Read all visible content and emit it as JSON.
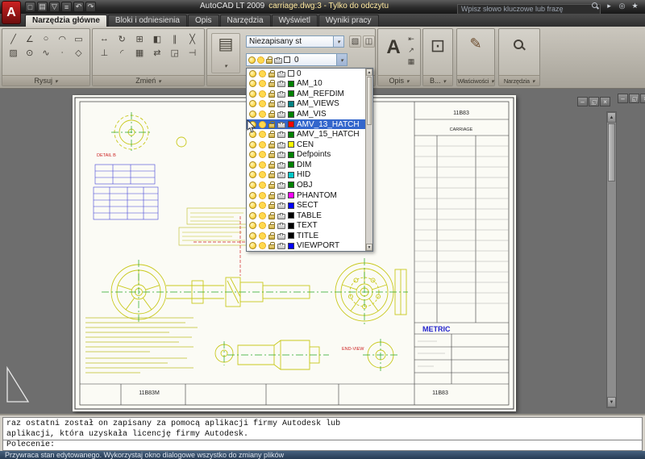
{
  "titlebar": {
    "logo_letter": "A",
    "app_title": "AutoCAD LT 2009",
    "doc_title": "carriage.dwg:3 - Tylko do odczytu",
    "search_placeholder": "Wpisz słowo kluczowe lub frazę"
  },
  "qat_icons": [
    {
      "name": "new-file-icon",
      "glyph": "□"
    },
    {
      "name": "open-file-icon",
      "glyph": "▤"
    },
    {
      "name": "save-icon",
      "glyph": "▽"
    },
    {
      "name": "plot-icon",
      "glyph": "≡"
    },
    {
      "name": "undo-icon",
      "glyph": "↶"
    },
    {
      "name": "redo-icon",
      "glyph": "↷"
    }
  ],
  "titlebar_icons": [
    {
      "name": "search-go-icon",
      "glyph": "▸"
    },
    {
      "name": "communication-center-icon",
      "glyph": "◎"
    },
    {
      "name": "favorites-icon",
      "glyph": "★"
    }
  ],
  "tabs": [
    {
      "id": "narzedzia-glowne",
      "label": "Narzędzia główne",
      "active": true
    },
    {
      "id": "bloki-i-odniesienia",
      "label": "Bloki i odniesienia",
      "active": false
    },
    {
      "id": "opis",
      "label": "Opis",
      "active": false
    },
    {
      "id": "narzedzia",
      "label": "Narzędzia",
      "active": false
    },
    {
      "id": "wyswietl",
      "label": "Wyświetl",
      "active": false
    },
    {
      "id": "wyniki-pracy",
      "label": "Wyniki pracy",
      "active": false
    }
  ],
  "ribbon": {
    "draw_panel_label": "Rysuj",
    "modify_panel_label": "Zmień",
    "annotate_panel_label": "Opis",
    "block_panel_label": "B...",
    "properties_panel_label": "Właściwości",
    "tools_panel_label": "Narzędzia",
    "layer_state_value": "Niezapisany st",
    "layer_combo_value": "0",
    "layer_combo_color": "#ffffff",
    "layers_big_icon_glyph": "▤",
    "block_icon_glyph": "⊡",
    "properties_icon_glyph": "✎",
    "annotate_big_icon": {
      "name": "text-icon",
      "glyph": "A"
    },
    "annotate_small_icons": [
      {
        "name": "dimension-icon",
        "glyph": "⇤"
      },
      {
        "name": "leader-icon",
        "glyph": "↗"
      },
      {
        "name": "table-icon",
        "glyph": "▦"
      }
    ],
    "layer_tool_icons": [
      {
        "name": "layer-states-icon",
        "glyph": "▧"
      },
      {
        "name": "layer-isolate-icon",
        "glyph": "◫"
      }
    ],
    "draw_icons": [
      {
        "name": "line-icon",
        "glyph": "╱"
      },
      {
        "name": "polyline-icon",
        "glyph": "∠"
      },
      {
        "name": "circle-icon",
        "glyph": "○"
      },
      {
        "name": "arc-icon",
        "glyph": "◠"
      },
      {
        "name": "rectangle-icon",
        "glyph": "▭"
      },
      {
        "name": "hatch-icon",
        "glyph": "▨"
      },
      {
        "name": "ellipse-icon",
        "glyph": "⊙"
      },
      {
        "name": "spline-icon",
        "glyph": "∿"
      },
      {
        "name": "point-icon",
        "glyph": "∙"
      },
      {
        "name": "polygon-icon",
        "glyph": "◇"
      }
    ],
    "modify_icons": [
      {
        "name": "move-icon",
        "glyph": "↔"
      },
      {
        "name": "rotate-icon",
        "glyph": "↻"
      },
      {
        "name": "copy-icon",
        "glyph": "⊞"
      },
      {
        "name": "mirror-icon",
        "glyph": "◧"
      },
      {
        "name": "offset-icon",
        "glyph": "∥"
      },
      {
        "name": "erase-icon",
        "glyph": "╳"
      },
      {
        "name": "trim-icon",
        "glyph": "⊥"
      },
      {
        "name": "fillet-icon",
        "glyph": "◜"
      },
      {
        "name": "array-icon",
        "glyph": "▦"
      },
      {
        "name": "stretch-icon",
        "glyph": "⇄"
      },
      {
        "name": "scale-icon",
        "glyph": "◲"
      },
      {
        "name": "break-icon",
        "glyph": "⊣"
      }
    ]
  },
  "layer_dropdown": {
    "items": [
      {
        "name": "0",
        "color": "#ffffff",
        "selected": false
      },
      {
        "name": "AM_10",
        "color": "#008200",
        "selected": false
      },
      {
        "name": "AM_REFDIM",
        "color": "#008200",
        "selected": false
      },
      {
        "name": "AM_VIEWS",
        "color": "#008282",
        "selected": false
      },
      {
        "name": "AM_VIS",
        "color": "#008200",
        "selected": false
      },
      {
        "name": "AMV_13_HATCH",
        "color": "#ff0000",
        "selected": true
      },
      {
        "name": "AMV_15_HATCH",
        "color": "#008200",
        "selected": false
      },
      {
        "name": "CEN",
        "color": "#ffff00",
        "selected": false
      },
      {
        "name": "Defpoints",
        "color": "#008200",
        "selected": false
      },
      {
        "name": "DIM",
        "color": "#008200",
        "selected": false
      },
      {
        "name": "HID",
        "color": "#00c8c8",
        "selected": false
      },
      {
        "name": "OBJ",
        "color": "#008200",
        "selected": false
      },
      {
        "name": "PHANTOM",
        "color": "#ff00ff",
        "selected": false
      },
      {
        "name": "SECT",
        "color": "#0000ff",
        "selected": false
      },
      {
        "name": "TABLE",
        "color": "#000000",
        "selected": false
      },
      {
        "name": "TEXT",
        "color": "#000000",
        "selected": false
      },
      {
        "name": "TITLE",
        "color": "#000000",
        "selected": false
      },
      {
        "name": "VIEWPORT",
        "color": "#0000ff",
        "selected": false
      }
    ]
  },
  "drawing": {
    "title_block": {
      "number_top": "11B83",
      "part_name": "CARRIAGE",
      "units_label": "METRIC",
      "number_bottom": "11B83"
    },
    "labels": {
      "detail": "DETAIL B",
      "end_view": "END-VIEW",
      "sheet_number_left": "11B83M"
    }
  },
  "command_line": {
    "history_line1": "raz ostatni został on zapisany za pomocą aplikacji firmy Autodesk lub",
    "history_line2": "aplikacji, która uzyskała licencję firmy Autodesk.",
    "prompt": "Polecenie:"
  },
  "statusbar": {
    "text": "Przywraca stan edytowanego. Wykorzystaj okno dialogowe wszystko do zmiany plików"
  }
}
